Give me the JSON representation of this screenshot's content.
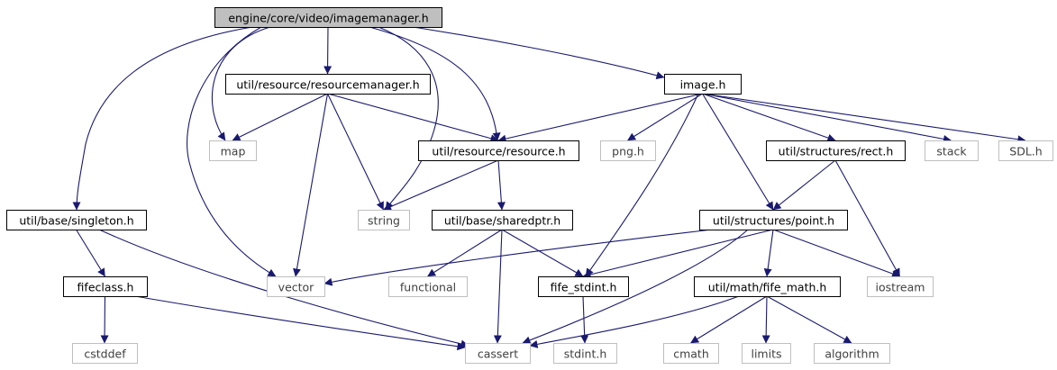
{
  "colors": {
    "edge": "#191970",
    "root_fill": "#bfbfbf",
    "internal_border": "#000000",
    "external_border": "#bfbfbf"
  },
  "nodes": [
    {
      "id": "imagemanager",
      "label": "engine/core/video/imagemanager.h",
      "kind": "root"
    },
    {
      "id": "resourcemanager",
      "label": "util/resource/resourcemanager.h",
      "kind": "int"
    },
    {
      "id": "image",
      "label": "image.h",
      "kind": "int"
    },
    {
      "id": "map",
      "label": "map",
      "kind": "ext"
    },
    {
      "id": "resource",
      "label": "util/resource/resource.h",
      "kind": "int"
    },
    {
      "id": "png",
      "label": "png.h",
      "kind": "ext"
    },
    {
      "id": "rect",
      "label": "util/structures/rect.h",
      "kind": "int"
    },
    {
      "id": "stack",
      "label": "stack",
      "kind": "ext"
    },
    {
      "id": "sdl",
      "label": "SDL.h",
      "kind": "ext"
    },
    {
      "id": "singleton",
      "label": "util/base/singleton.h",
      "kind": "int"
    },
    {
      "id": "string",
      "label": "string",
      "kind": "ext"
    },
    {
      "id": "sharedptr",
      "label": "util/base/sharedptr.h",
      "kind": "int"
    },
    {
      "id": "point",
      "label": "util/structures/point.h",
      "kind": "int"
    },
    {
      "id": "fifeclass",
      "label": "fifeclass.h",
      "kind": "int"
    },
    {
      "id": "vector",
      "label": "vector",
      "kind": "ext"
    },
    {
      "id": "functional",
      "label": "functional",
      "kind": "ext"
    },
    {
      "id": "fife_stdint",
      "label": "fife_stdint.h",
      "kind": "int"
    },
    {
      "id": "fife_math",
      "label": "util/math/fife_math.h",
      "kind": "int"
    },
    {
      "id": "iostream",
      "label": "iostream",
      "kind": "ext"
    },
    {
      "id": "cstddef",
      "label": "cstddef",
      "kind": "ext"
    },
    {
      "id": "cassert",
      "label": "cassert",
      "kind": "ext"
    },
    {
      "id": "stdint",
      "label": "stdint.h",
      "kind": "ext"
    },
    {
      "id": "cmath",
      "label": "cmath",
      "kind": "ext"
    },
    {
      "id": "limits",
      "label": "limits",
      "kind": "ext"
    },
    {
      "id": "algorithm",
      "label": "algorithm",
      "kind": "ext"
    }
  ],
  "edges": [
    [
      "imagemanager",
      "resourcemanager"
    ],
    [
      "imagemanager",
      "image"
    ],
    [
      "imagemanager",
      "map"
    ],
    [
      "imagemanager",
      "resource"
    ],
    [
      "imagemanager",
      "singleton"
    ],
    [
      "imagemanager",
      "string"
    ],
    [
      "imagemanager",
      "vector"
    ],
    [
      "resourcemanager",
      "map"
    ],
    [
      "resourcemanager",
      "resource"
    ],
    [
      "resourcemanager",
      "string"
    ],
    [
      "resourcemanager",
      "vector"
    ],
    [
      "image",
      "resource"
    ],
    [
      "image",
      "png"
    ],
    [
      "image",
      "rect"
    ],
    [
      "image",
      "stack"
    ],
    [
      "image",
      "sdl"
    ],
    [
      "image",
      "point"
    ],
    [
      "image",
      "fife_stdint"
    ],
    [
      "resource",
      "string"
    ],
    [
      "resource",
      "sharedptr"
    ],
    [
      "rect",
      "point"
    ],
    [
      "rect",
      "iostream"
    ],
    [
      "singleton",
      "fifeclass"
    ],
    [
      "singleton",
      "cassert"
    ],
    [
      "sharedptr",
      "functional"
    ],
    [
      "sharedptr",
      "fife_stdint"
    ],
    [
      "sharedptr",
      "cassert"
    ],
    [
      "point",
      "vector"
    ],
    [
      "point",
      "fife_stdint"
    ],
    [
      "point",
      "fife_math"
    ],
    [
      "point",
      "iostream"
    ],
    [
      "point",
      "cassert"
    ],
    [
      "fifeclass",
      "cstddef"
    ],
    [
      "fifeclass",
      "cassert"
    ],
    [
      "fife_stdint",
      "stdint"
    ],
    [
      "fife_math",
      "cassert"
    ],
    [
      "fife_math",
      "cmath"
    ],
    [
      "fife_math",
      "limits"
    ],
    [
      "fife_math",
      "algorithm"
    ]
  ]
}
